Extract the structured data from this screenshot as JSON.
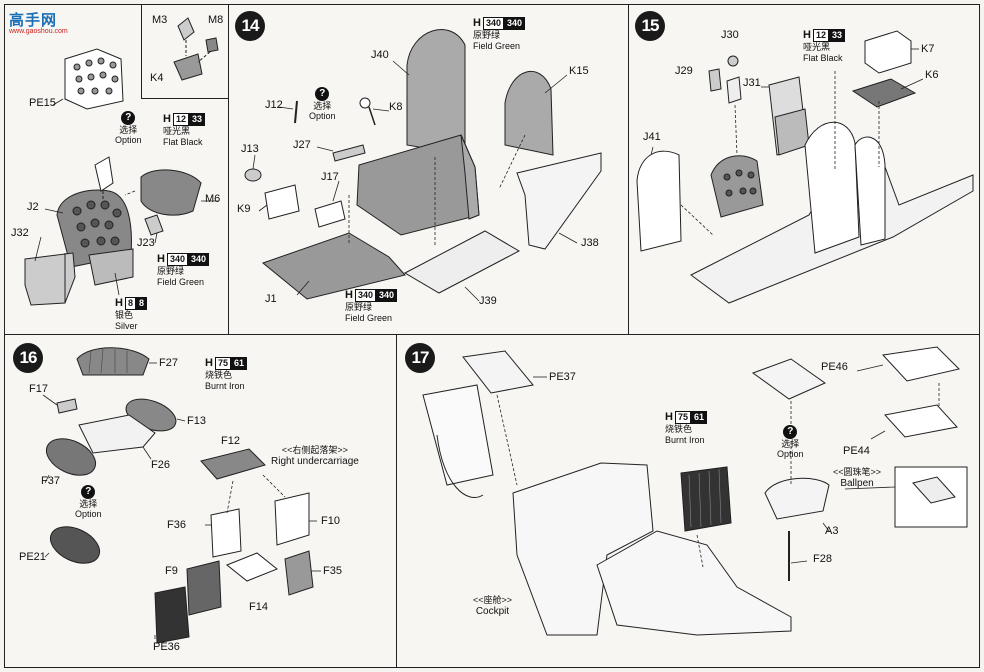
{
  "logo": {
    "word": "高手网",
    "url": "www.gaoshou.com"
  },
  "steps": {
    "s14": "14",
    "s15": "15",
    "s16": "16",
    "s17": "17"
  },
  "panel13": {
    "parts": {
      "pe15": "PE15",
      "j2": "J2",
      "j32": "J32",
      "m6": "M6",
      "j23": "J23",
      "m3": "M3",
      "m8": "M8",
      "k4": "K4"
    },
    "option": {
      "cn": "选择",
      "en": "Option"
    },
    "flat_black": {
      "h": "H",
      "n1": "12",
      "n2": "33",
      "cn": "哑光黑",
      "en": "Flat Black"
    },
    "field_green": {
      "h": "H",
      "n1": "340",
      "n2": "340",
      "cn": "原野绿",
      "en": "Field Green"
    },
    "silver": {
      "h": "H",
      "n1": "8",
      "n2": "8",
      "cn": "银色",
      "en": "Silver"
    }
  },
  "panel14": {
    "parts": {
      "j40": "J40",
      "k15": "K15",
      "j12": "J12",
      "k8": "K8",
      "j27": "J27",
      "j13": "J13",
      "j17": "J17",
      "k9": "K9",
      "j1": "J1",
      "j39": "J39",
      "j38": "J38"
    },
    "option": {
      "cn": "选择",
      "en": "Option"
    },
    "field_green_top": {
      "h": "H",
      "n1": "340",
      "n2": "340",
      "cn": "原野绿",
      "en": "Field Green"
    },
    "field_green_bottom": {
      "h": "H",
      "n1": "340",
      "n2": "340",
      "cn": "原野绿",
      "en": "Field Green"
    }
  },
  "panel15": {
    "parts": {
      "j30": "J30",
      "j29": "J29",
      "j31": "J31",
      "k7": "K7",
      "k6": "K6",
      "j41": "J41"
    },
    "flat_black": {
      "h": "H",
      "n1": "12",
      "n2": "33",
      "cn": "哑光黑",
      "en": "Flat Black"
    }
  },
  "panel16": {
    "parts": {
      "f27": "F27",
      "f17": "F17",
      "f13": "F13",
      "f26": "F26",
      "f37": "F37",
      "pe21": "PE21",
      "f12": "F12",
      "f36": "F36",
      "f10": "F10",
      "f9": "F9",
      "f35": "F35",
      "f14": "F14",
      "pe36": "PE36"
    },
    "burnt_iron": {
      "h": "H",
      "n1": "75",
      "n2": "61",
      "cn": "烧铁色",
      "en": "Burnt Iron"
    },
    "option": {
      "cn": "选择",
      "en": "Option"
    },
    "undercarriage": {
      "cn": "<<右侧起落架>>",
      "en": "Right undercarriage"
    }
  },
  "panel17": {
    "parts": {
      "pe37": "PE37",
      "pe46": "PE46",
      "pe44": "PE44",
      "a3": "A3",
      "f28": "F28"
    },
    "burnt_iron": {
      "h": "H",
      "n1": "75",
      "n2": "61",
      "cn": "烧铁色",
      "en": "Burnt Iron"
    },
    "option": {
      "cn": "选择",
      "en": "Option"
    },
    "ballpen": {
      "cn": "<<圆珠笔>>",
      "en": "Ballpen"
    },
    "cockpit": {
      "cn": "<<座舱>>",
      "en": "Cockpit"
    }
  }
}
